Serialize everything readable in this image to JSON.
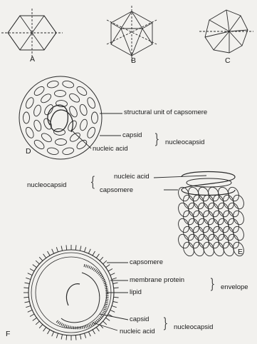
{
  "panels": {
    "a": "A",
    "b": "B",
    "c": "C",
    "d": "D",
    "e": "E",
    "f": "F"
  },
  "labels_d": {
    "structural_unit": "structural unit of capsomere",
    "capsid": "capsid",
    "nucleic_acid": "nucleic acid",
    "nucleocapsid": "nucleocapsid"
  },
  "labels_e": {
    "nucleocapsid": "nucleocapsid",
    "nucleic_acid": "nucleic acid",
    "capsomere": "capsomere"
  },
  "labels_f": {
    "capsomere": "capsomere",
    "membrane_protein": "membrane protein",
    "lipid": "lipid",
    "envelope": "envelope",
    "capsid": "capsid",
    "nucleic_acid": "nucleic acid",
    "nucleocapsid": "nucleocapsid"
  }
}
